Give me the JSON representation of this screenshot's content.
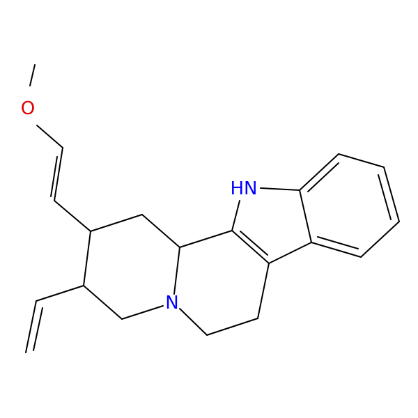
{
  "molecule": {
    "atom_labels": {
      "oxygen": "O",
      "ring_nitrogen": "N",
      "indole_nh": "HN"
    },
    "colors": {
      "bond": "#000000",
      "oxygen": "#e00000",
      "nitrogen": "#0000ff"
    }
  }
}
